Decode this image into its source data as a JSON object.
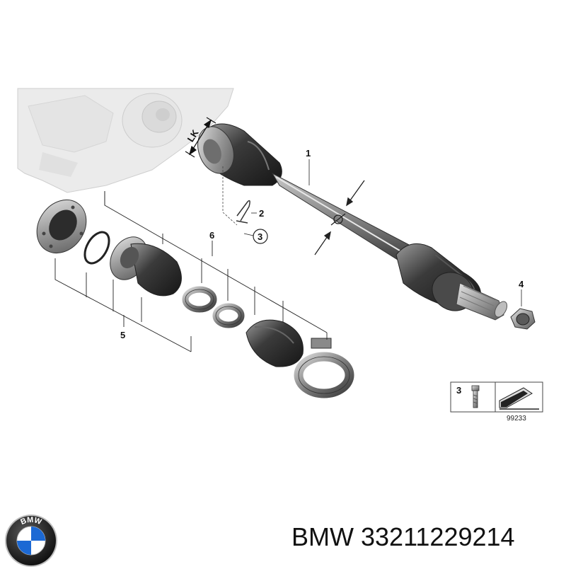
{
  "diagram": {
    "callouts": {
      "c1": "1",
      "c2": "2",
      "c3": "3",
      "c4": "4",
      "c5": "5",
      "c6": "6"
    },
    "lk_label": "LK",
    "legend": {
      "item_number": "3",
      "ref_number": "99233"
    }
  },
  "logo": {
    "letters": "BMW",
    "colors": [
      "#1c69d4",
      "#ffffff",
      "#000000"
    ]
  },
  "caption": {
    "brand": "BMW",
    "part_number": "33211229214"
  }
}
